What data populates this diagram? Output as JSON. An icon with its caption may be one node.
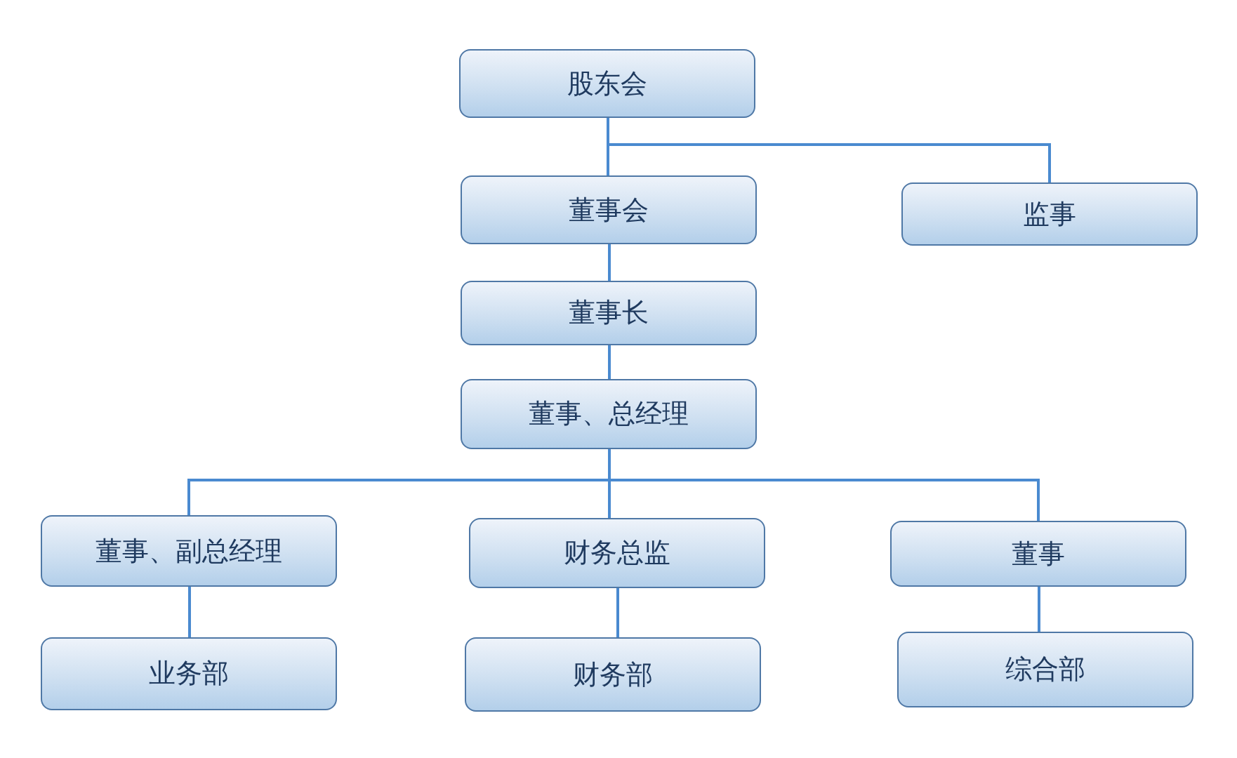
{
  "diagram": {
    "nodes": [
      {
        "text": [
          "股东会"
        ]
      },
      {
        "text": [
          "董事会"
        ]
      },
      {
        "text": [
          "监事"
        ]
      },
      {
        "text": [
          "董事长"
        ]
      },
      {
        "text": [
          "董事、总经理"
        ]
      },
      {
        "text": [
          "董事、副总经理"
        ]
      },
      {
        "text": [
          "财务总监"
        ]
      },
      {
        "text": [
          "董事"
        ]
      },
      {
        "text": [
          "业务部"
        ]
      },
      {
        "text": [
          "财务部"
        ]
      },
      {
        "text": [
          "综合部"
        ]
      }
    ],
    "edges": [
      {
        "from": 0,
        "to": 1,
        "arrow": "none"
      },
      {
        "from": 0,
        "to": 2,
        "arrow": "none"
      },
      {
        "from": 1,
        "to": 3,
        "arrow": "none"
      },
      {
        "from": 3,
        "to": 4,
        "arrow": "none"
      },
      {
        "from": 4,
        "to": 5,
        "arrow": "none"
      },
      {
        "from": 4,
        "to": 6,
        "arrow": "none"
      },
      {
        "from": 4,
        "to": 7,
        "arrow": "none"
      },
      {
        "from": 5,
        "to": 8,
        "arrow": "none"
      },
      {
        "from": 6,
        "to": 9,
        "arrow": "none"
      },
      {
        "from": 7,
        "to": 10,
        "arrow": "none"
      }
    ]
  }
}
